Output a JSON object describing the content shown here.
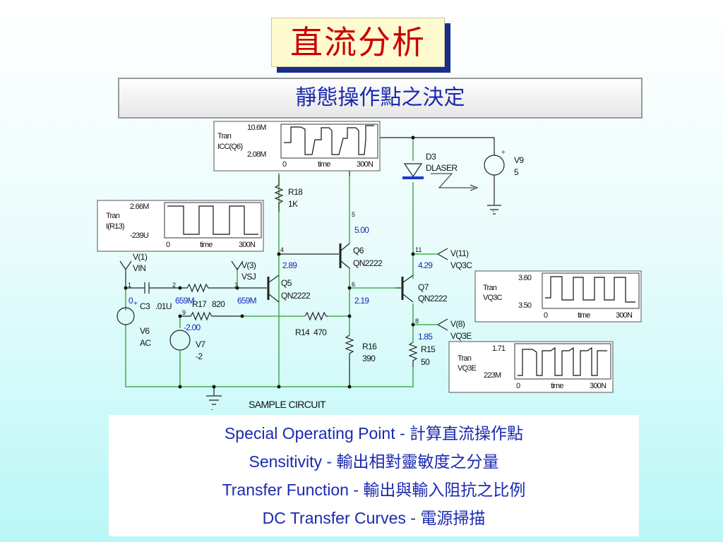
{
  "title": "直流分析",
  "subtitle": "靜態操作點之決定",
  "circuit": {
    "caption": "SAMPLE CIRCUIT",
    "components": {
      "r18": {
        "name": "R18",
        "value": "1K"
      },
      "r16": {
        "name": "R16",
        "value": "390"
      },
      "r15": {
        "name": "R15",
        "value": "50"
      },
      "r17": {
        "name": "R17",
        "value": "820"
      },
      "r14": {
        "name": "R14",
        "value": "470"
      },
      "c3": {
        "name": "C3",
        "value": ".01U"
      },
      "q5": {
        "name": "Q5",
        "model": "QN2222"
      },
      "q6": {
        "name": "Q6",
        "model": "QN2222"
      },
      "q7": {
        "name": "Q7",
        "model": "QN2222"
      },
      "d3": {
        "name": "D3",
        "model": "DLASER"
      },
      "v9": {
        "name": "V9",
        "value": "5"
      },
      "v6": {
        "name": "V6",
        "value": "AC"
      },
      "v7": {
        "name": "V7",
        "value": "-2"
      }
    },
    "nodes": [
      "1",
      "2",
      "3",
      "4",
      "5",
      "6",
      "8",
      "9",
      "11"
    ],
    "node_voltages": {
      "n1": "0",
      "n2": "659M",
      "n3": "659M",
      "n4": "2.89",
      "n5": "5.00",
      "n6": "2.19",
      "n8": "1.85",
      "n9": "-2.00",
      "n11": "4.29"
    },
    "probes": {
      "vin": {
        "line1": "V(1)",
        "line2": "VIN"
      },
      "vsj": {
        "line1": "V(3)",
        "line2": "VSJ"
      },
      "vq3c": {
        "line1": "V(11)",
        "line2": "VQ3C"
      },
      "vq3e": {
        "line1": "V(8)",
        "line2": "VQ3E"
      }
    },
    "polarity": {
      "plus": "+",
      "minus": "-"
    }
  },
  "waveforms": {
    "icc": {
      "tran": "Tran",
      "signal": "ICC(Q6)",
      "max": "10.6M",
      "min": "2.08M",
      "t0": "0",
      "tlabel": "time",
      "tmax": "300N"
    },
    "ir13": {
      "tran": "Tran",
      "signal": "I(R13)",
      "max": "2.66M",
      "min": "-239U",
      "t0": "0",
      "tlabel": "time",
      "tmax": "300N"
    },
    "vq3c": {
      "tran": "Tran",
      "signal": "VQ3C",
      "max": "3.60",
      "min": "3.50",
      "t0": "0",
      "tlabel": "time",
      "tmax": "300N"
    },
    "vq3e": {
      "tran": "Tran",
      "signal": "VQ3E",
      "max": "1.71",
      "min": "223M",
      "t0": "0",
      "tlabel": "time",
      "tmax": "300N"
    }
  },
  "analyses": [
    {
      "name": "Special Operating Point",
      "sep": " - ",
      "desc": "計算直流操作點"
    },
    {
      "name": "Sensitivity",
      "sep": " - ",
      "desc": "輸出相對靈敏度之分量"
    },
    {
      "name": "Transfer Function",
      "sep": " - ",
      "desc": "輸出與輸入阻抗之比例"
    },
    {
      "name": "DC Transfer Curves",
      "sep": " - ",
      "desc": "電源掃描"
    }
  ],
  "colors": {
    "title": "#cc0000",
    "subtitle": "#1a2ab0",
    "wire": "#2e9e2e",
    "voltage_label": "#1a2ab0",
    "diode": "#1a3ad0"
  }
}
